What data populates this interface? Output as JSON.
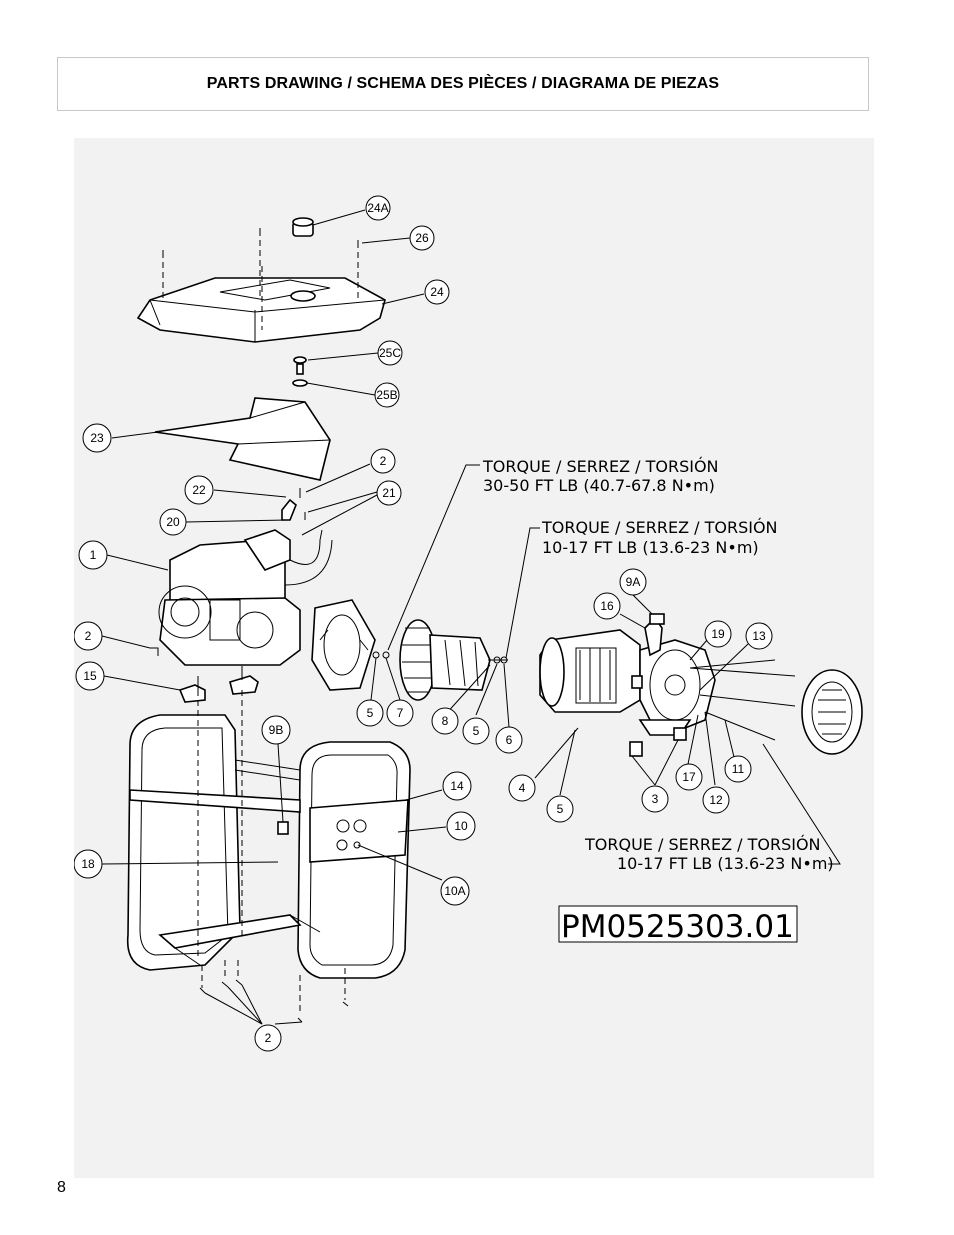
{
  "header": {
    "title": "PARTS DRAWING / SCHEMA DES PIÈCES / DIAGRAMA DE PIEZAS"
  },
  "page_number": "8",
  "model_number": "PM0525303.01",
  "torque_notes": [
    {
      "line1": "TORQUE / SERREZ / TORSIÓN",
      "line2": "30-50 FT LB (40.7-67.8 N•m)"
    },
    {
      "line1": "TORQUE / SERREZ / TORSIÓN",
      "line2": "10-17 FT LB (13.6-23 N•m)"
    },
    {
      "line1": "TORQUE / SERREZ / TORSIÓN",
      "line2": "10-17 FT LB (13.6-23 N•m)"
    }
  ],
  "callouts": [
    "24A",
    "26",
    "24",
    "25C",
    "25B",
    "23",
    "2",
    "22",
    "21",
    "20",
    "1",
    "2",
    "15",
    "5",
    "7",
    "8",
    "5",
    "6",
    "9A",
    "16",
    "19",
    "13",
    "9B",
    "14",
    "10",
    "18",
    "10A",
    "4",
    "5",
    "3",
    "17",
    "12",
    "11",
    "2"
  ]
}
